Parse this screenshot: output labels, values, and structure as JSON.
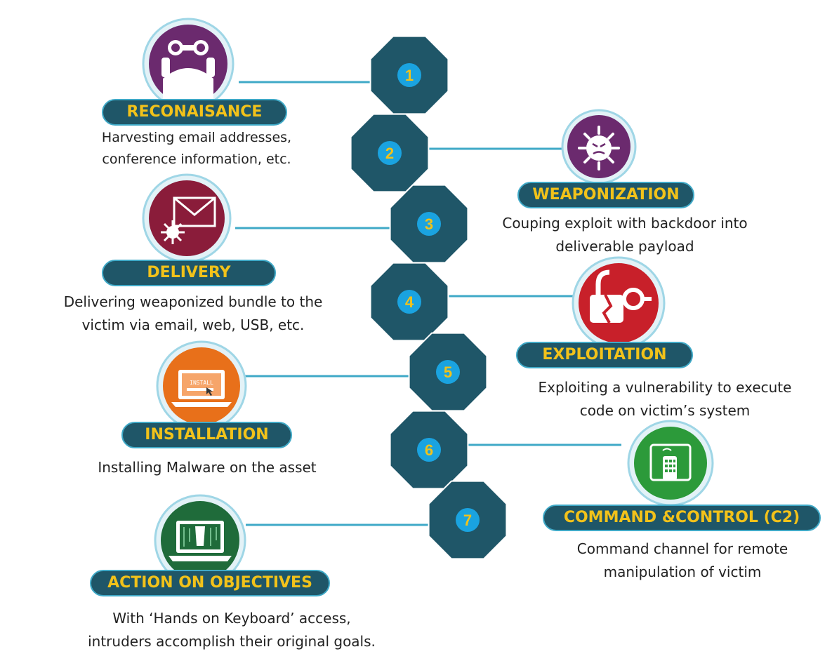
{
  "stages": [
    {
      "num": "1",
      "title": "RECONAISANCE",
      "desc": [
        "Harvesting email addresses,",
        "conference information, etc."
      ],
      "icon": "binoculars-icon",
      "color": "#6b2a6e"
    },
    {
      "num": "2",
      "title": "WEAPONIZATION",
      "desc": [
        "Couping exploit with backdoor into",
        "deliverable payload"
      ],
      "icon": "virus-icon",
      "color": "#6b2a6e"
    },
    {
      "num": "3",
      "title": "DELIVERY",
      "desc": [
        "Delivering weaponized  bundle to the",
        "victim via email, web, USB, etc."
      ],
      "icon": "envelope-virus-icon",
      "color": "#8a1c3a"
    },
    {
      "num": "4",
      "title": "EXPLOITATION",
      "desc": [
        "Exploiting a vulnerability to execute",
        "code on victim’s system"
      ],
      "icon": "broken-lock-icon",
      "color": "#c8202a"
    },
    {
      "num": "5",
      "title": "INSTALLATION",
      "desc": [
        "Installing Malware on the asset"
      ],
      "icon": "laptop-install-icon",
      "color": "#e8701a",
      "screen_text": "INSTALL"
    },
    {
      "num": "6",
      "title": "COMMAND &CONTROL (C2)",
      "desc": [
        "Command channel for remote",
        "manipulation of victim"
      ],
      "icon": "remote-control-icon",
      "color": "#2c9a3a"
    },
    {
      "num": "7",
      "title": "ACTION ON OBJECTIVES",
      "desc": [
        "With ‘Hands on Keyboard’ access,",
        "intruders accomplish their original goals."
      ],
      "icon": "hacker-laptop-icon",
      "color": "#1f6b3a"
    }
  ],
  "colors": {
    "octagon": "#1f5668",
    "number_circle": "#1aa3e0",
    "number_text": "#f2c21a",
    "connector": "#3fa9c7",
    "pill": "#1f5668",
    "pill_text": "#f2c21a"
  }
}
